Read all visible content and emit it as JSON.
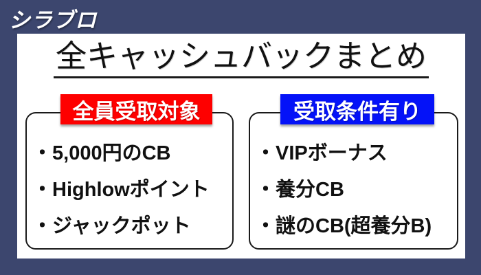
{
  "logo": "シラブロ",
  "title": "全キャッシュバックまとめ",
  "bullet": "・",
  "columns": [
    {
      "label": "全員受取対象",
      "label_color": "#fe0000",
      "items": [
        "5,000円のCB",
        "Highlowポイント",
        "ジャックポット"
      ]
    },
    {
      "label": "受取条件有り",
      "label_color": "#0412f8",
      "items": [
        "VIPボーナス",
        "養分CB",
        "謎のCB(超養分B)"
      ]
    }
  ],
  "colors": {
    "background": "#3C466E",
    "card": "#ffffff",
    "text": "#111111",
    "badge_text": "#ffffff"
  }
}
